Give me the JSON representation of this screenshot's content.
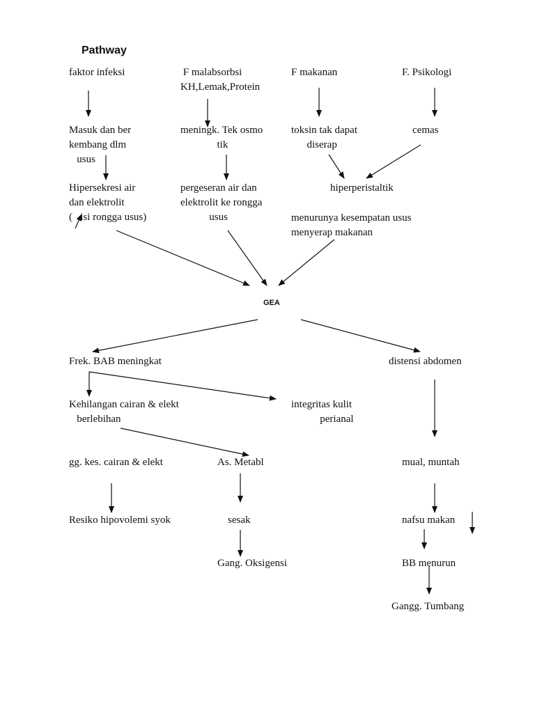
{
  "title": "Pathway",
  "nodes": {
    "faktor_infeksi": "faktor infeksi",
    "f_malabsorbsi": " F malabsorbsi\nKH,Lemak,Protein",
    "f_makanan": "F makanan",
    "f_psikologi": "F. Psikologi",
    "masuk_berkembang": "Masuk dan ber\nkembang dlm\n   usus",
    "meningk_tek_osmotik": "meningk. Tek osmo\n              tik",
    "toksin": "toksin tak dapat\n      diserap",
    "cemas": "cemas",
    "hipersekresi": "Hipersekresi air\ndan elektrolit\n(   isi rongga usus)",
    "pergeseran": "pergeseran air dan\nelektrolit ke rongga\n           usus",
    "hiperperistaltik": "hiperperistaltik",
    "menurunya": "menurunya kesempatan usus\nmenyerap makanan",
    "gea": "GEA",
    "frek_bab": "Frek. BAB meningkat",
    "distensi": "distensi abdomen",
    "kehilangan": "Kehilangan cairan & elekt\n   berlebihan",
    "integritas": "integritas kulit\n           perianal",
    "gg_kes_cairan": "gg. kes. cairan & elekt",
    "as_metabl": "As. Metabl",
    "mual": "mual, muntah",
    "resiko": "Resiko hipovolemi syok",
    "sesak": "sesak",
    "nafsu": "nafsu makan",
    "gang_oksigensi": "Gang. Oksigensi",
    "bb_menurun": "BB menurun",
    "gangg_tumbang": "Gangg. Tumbang"
  },
  "colors": {
    "text": "#111111",
    "arrow": "#111111",
    "background": "#ffffff"
  }
}
